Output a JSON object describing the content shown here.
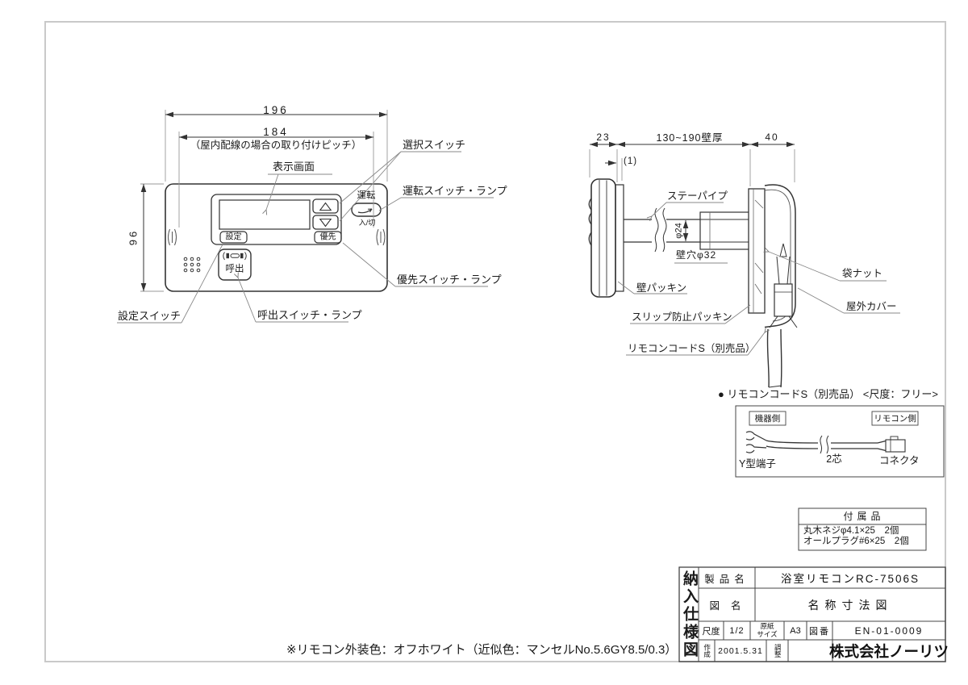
{
  "front_view": {
    "dims": {
      "outer_width": "196",
      "pitch_width": "184",
      "pitch_note": "（屋内配線の場合の取り付けピッチ）",
      "height": "96"
    },
    "buttons": {
      "set": "設定",
      "priority": "優先",
      "call": "呼出",
      "power": "運転",
      "on_off": "入/切"
    },
    "labels": {
      "display": "表示画面",
      "select_switch": "選択スイッチ",
      "power_switch": "運転スイッチ・ランプ",
      "priority_switch": "優先スイッチ・ランプ",
      "set_switch": "設定スイッチ",
      "call_switch": "呼出スイッチ・ランプ"
    }
  },
  "side_view": {
    "dims": {
      "front_depth": "23",
      "wall_thickness": "130~190壁厚",
      "back_depth": "40",
      "gap": "(1)",
      "pipe_dia": "φ24",
      "wall_hole": "壁穴φ32"
    },
    "labels": {
      "stay_pipe": "ステーパイプ",
      "wall_packing": "壁パッキン",
      "slip_packing": "スリップ防止パッキン",
      "remote_cord": "リモコンコードS（別売品）",
      "cap_nut": "袋ナット",
      "outdoor_cover": "屋外カバー"
    }
  },
  "cord_detail": {
    "title": "● リモコンコードS（別売品） <尺度：フリー>",
    "unit_side": "機器側",
    "remote_side": "リモコン側",
    "y_terminal": "Y型端子",
    "two_core": "2芯",
    "connector": "コネクタ"
  },
  "accessories": {
    "title": "付属品",
    "item1": "丸木ネジφ4.1×25　2個",
    "item2": "オールプラグ#6×25　2個"
  },
  "note": "※リモコン外装色：オフホワイト（近似色：マンセルNo.5.6GY8.5/0.3）",
  "title_block": {
    "doc_type": "納入仕様図",
    "product_label": "製品名",
    "product_value": "浴室リモコンRC-7506S",
    "drawing_label": "図名",
    "drawing_value": "名称寸法図",
    "scale_label": "尺度",
    "scale_value": "1/2",
    "paper_label_top": "原紙",
    "paper_label_bottom": "サイズ",
    "paper_value": "A3",
    "number_label": "図番",
    "number_value": "EN-01-0009",
    "created_label": "作成",
    "created_value": "2001.5.31",
    "adjust_label": "調整",
    "company": "株式会社ノーリツ"
  }
}
